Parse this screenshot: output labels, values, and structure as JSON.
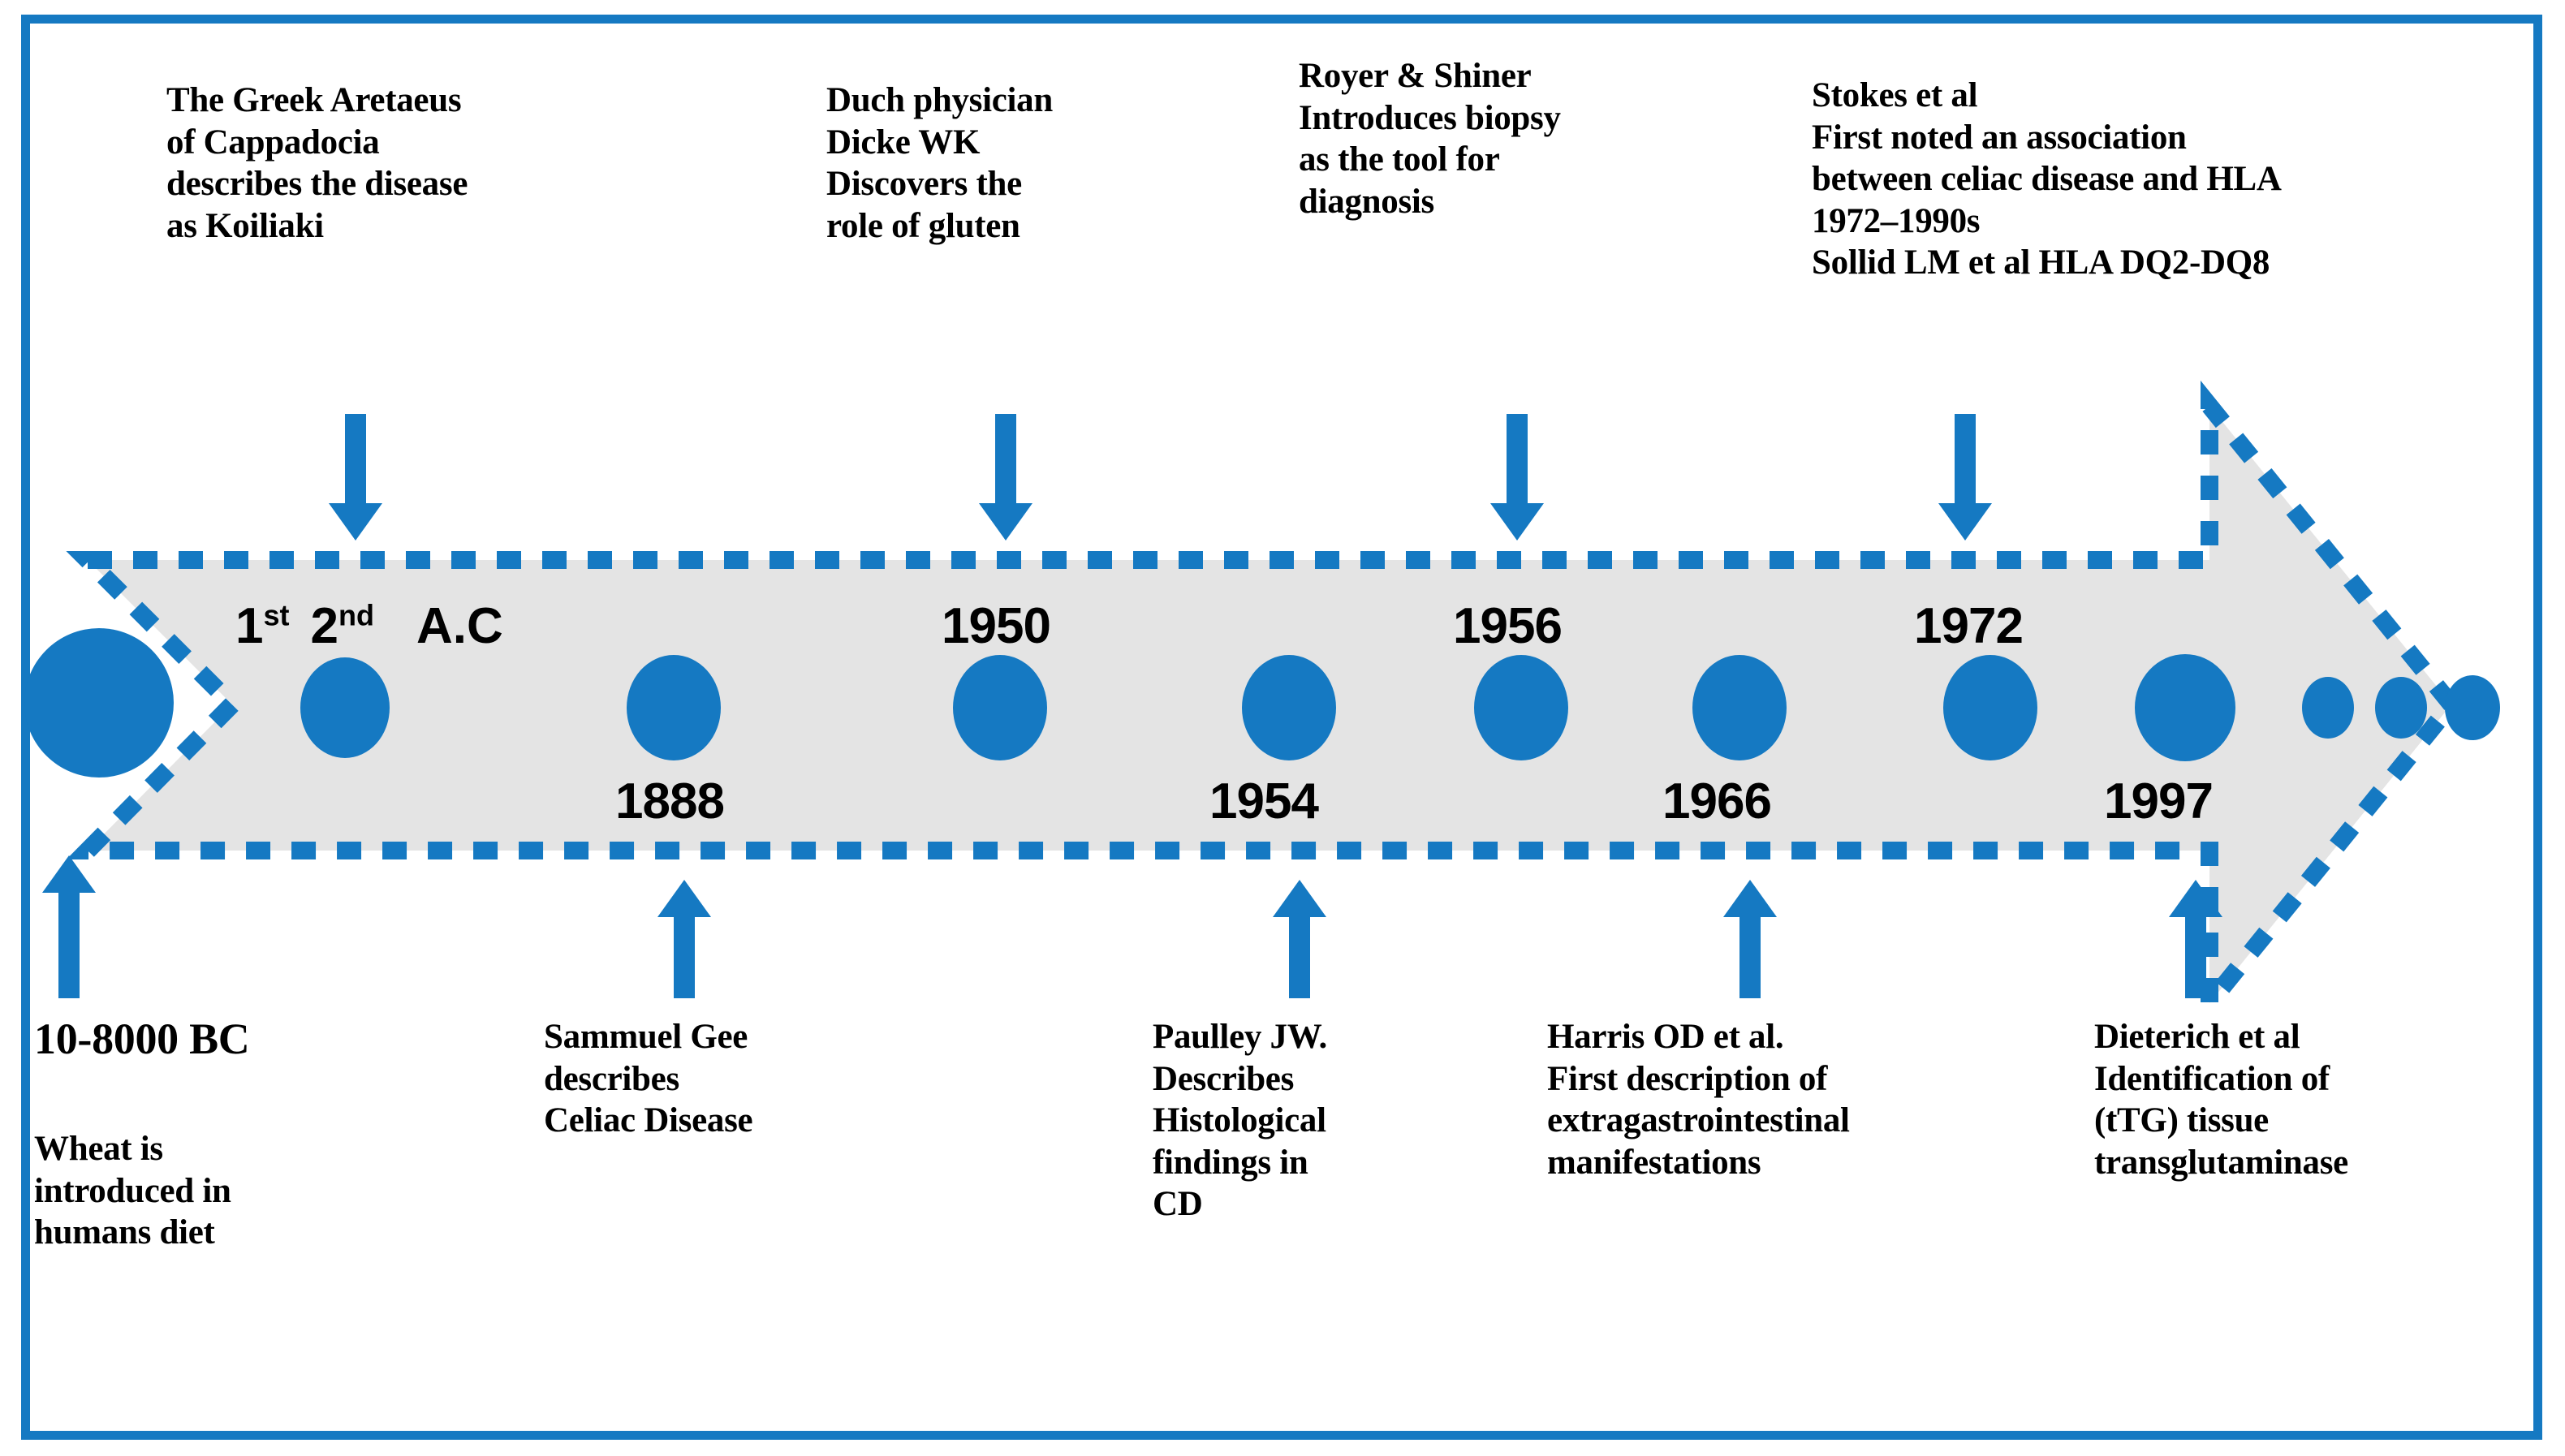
{
  "figure": {
    "type": "horizontal-timeline-arrow",
    "title": "History of celiac disease timeline",
    "colors": {
      "accent_blue": "#1579C2",
      "band_fill": "#E4E4E4",
      "text": "#000000",
      "background": "#FFFFFF"
    }
  },
  "timeline": {
    "era_label": {
      "first": "1",
      "first_sup": "st",
      "second": "2",
      "second_sup": "nd",
      "suffix": "A.C"
    },
    "dates_above": [
      "1950",
      "1956",
      "1972"
    ],
    "dates_below": [
      "1888",
      "1954",
      "1966",
      "1997"
    ],
    "markers": [
      {
        "label": "10-8000 BC",
        "size": "xlarge",
        "position": "tail"
      },
      {
        "label": "1st-2nd A.C",
        "size": "large"
      },
      {
        "label": "1888",
        "size": "large"
      },
      {
        "label": "1950",
        "size": "large"
      },
      {
        "label": "1954",
        "size": "large"
      },
      {
        "label": "1956",
        "size": "large"
      },
      {
        "label": "1966",
        "size": "large"
      },
      {
        "label": "1972",
        "size": "large"
      },
      {
        "label": "1997",
        "size": "large"
      },
      {
        "label": "future",
        "size": "small"
      },
      {
        "label": "future",
        "size": "small"
      },
      {
        "label": "future",
        "size": "small"
      }
    ]
  },
  "notes_above": [
    {
      "id": "aretaeus",
      "text": "The Greek Aretaeus\nof Cappadocia\ndescribes the disease\nas Koiliaki"
    },
    {
      "id": "dicke",
      "text": "Duch  physician\nDicke WK\nDiscovers the\nrole of gluten"
    },
    {
      "id": "royer-shiner",
      "text": "Royer & Shiner\nIntroduces biopsy\nas the tool for\ndiagnosis"
    },
    {
      "id": "stokes-sollid",
      "text": "Stokes et al\nFirst noted an association\nbetween celiac disease and HLA\n1972–1990s\nSollid LM et al  HLA DQ2-DQ8"
    }
  ],
  "notes_below": [
    {
      "id": "wheat-bc",
      "heading": "10-8000 BC",
      "text": "Wheat  is\nintroduced in\nhumans diet"
    },
    {
      "id": "sammuel-gee",
      "text": "Sammuel Gee\ndescribes\nCeliac Disease"
    },
    {
      "id": "paulley",
      "text": "Paulley JW.\nDescribes\nHistological\nfindings in\nCD"
    },
    {
      "id": "harris",
      "text": "Harris OD et al.\nFirst description of\nextragastrointestinal\nmanifestations"
    },
    {
      "id": "dieterich",
      "text": "Dieterich et al\nIdentification of\n(tTG) tissue\ntransglutaminase"
    }
  ]
}
